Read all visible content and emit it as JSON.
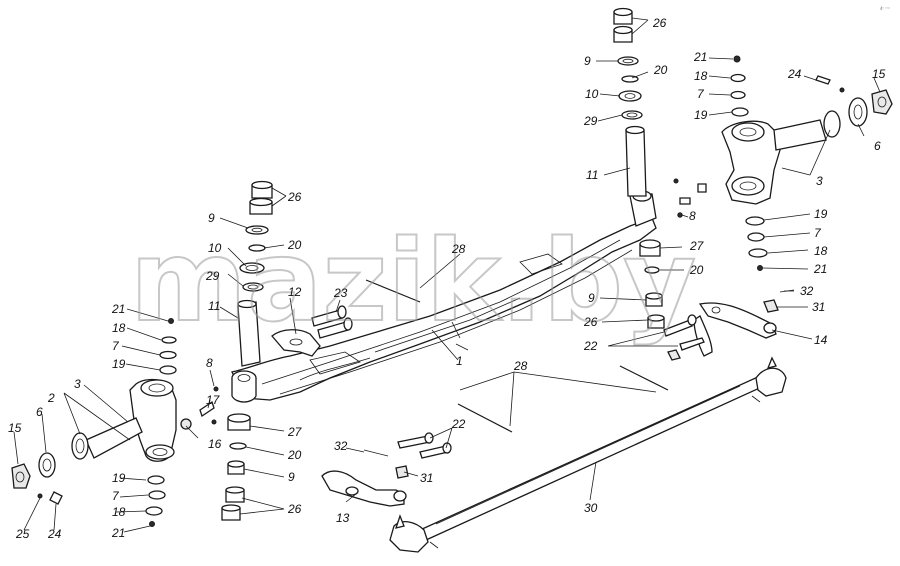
{
  "watermark": "mazik.by",
  "corner_mark": "4ⁿ ⁿⁿⁿ",
  "labels": [
    "1",
    "2",
    "3",
    "6",
    "7",
    "8",
    "9",
    "10",
    "11",
    "12",
    "13",
    "14",
    "15",
    "16",
    "17",
    "18",
    "19",
    "20",
    "21",
    "22",
    "23",
    "24",
    "25",
    "26",
    "27",
    "28",
    "29",
    "30",
    "31",
    "32"
  ]
}
